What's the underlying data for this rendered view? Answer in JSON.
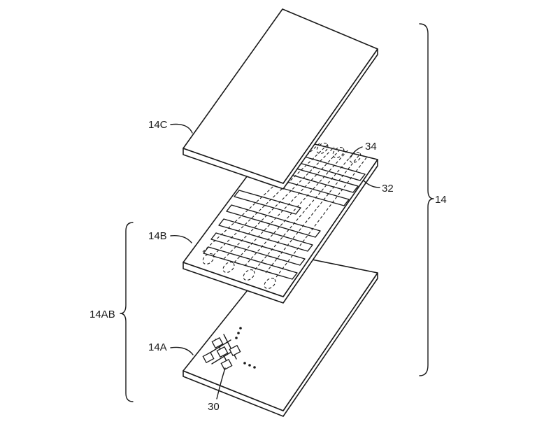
{
  "labels": {
    "assembly": "14",
    "top_layer": "14C",
    "middle_layer": "14B",
    "bottom_layer": "14A",
    "lower_group": "14AB",
    "pixel_array": "30",
    "electrodes_a": "32",
    "electrodes_b": "34"
  }
}
